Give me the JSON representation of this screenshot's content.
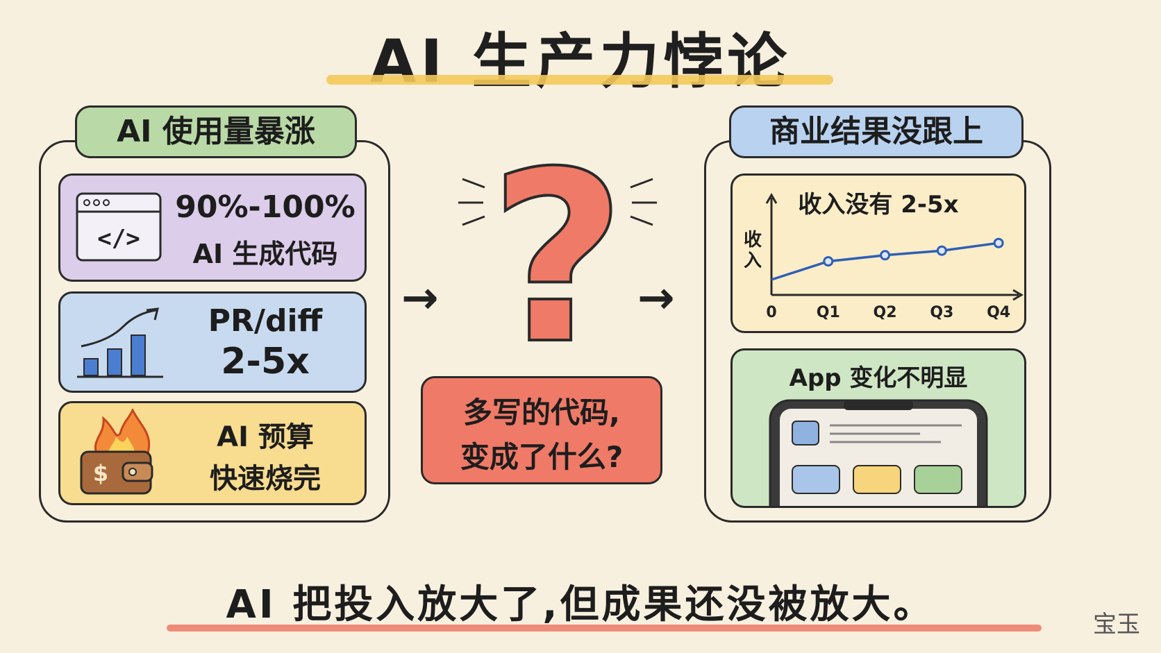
{
  "title": "AI 生产力悖论",
  "left": {
    "header": "AI 使用量暴涨",
    "cards": [
      {
        "line1": "90%-100%",
        "line2": "AI 生成代码"
      },
      {
        "line1": "PR/diff",
        "line2": "2-5x"
      },
      {
        "line1": "AI 预算",
        "line2": "快速烧完"
      }
    ],
    "code_glyph": "</>",
    "dollar_glyph": "$"
  },
  "center": {
    "question_mark": "?",
    "question_line1": "多写的代码,",
    "question_line2": "变成了什么?"
  },
  "right": {
    "header": "商业结果没跟上",
    "chart_title": "收入没有 2-5x",
    "app_caption": "App 变化不明显"
  },
  "chart_data": {
    "type": "line",
    "title": "收入没有 2-5x",
    "ylabel": "收入",
    "categories": [
      "0",
      "Q1",
      "Q2",
      "Q3",
      "Q4"
    ],
    "values": [
      1.0,
      2.2,
      2.6,
      2.9,
      3.4
    ],
    "ylim": [
      0,
      6
    ]
  },
  "bottom": {
    "tagline": "AI 把投入放大了,但成果还没被放大。",
    "signature": "宝玉"
  },
  "colors": {
    "purple": "#dccdea",
    "blue": "#c7daef",
    "yellow": "#f8dc8f",
    "green": "#cfe6c4",
    "red": "#ef7a67",
    "chartbg": "#faedc8",
    "line": "#2f5fb6"
  }
}
